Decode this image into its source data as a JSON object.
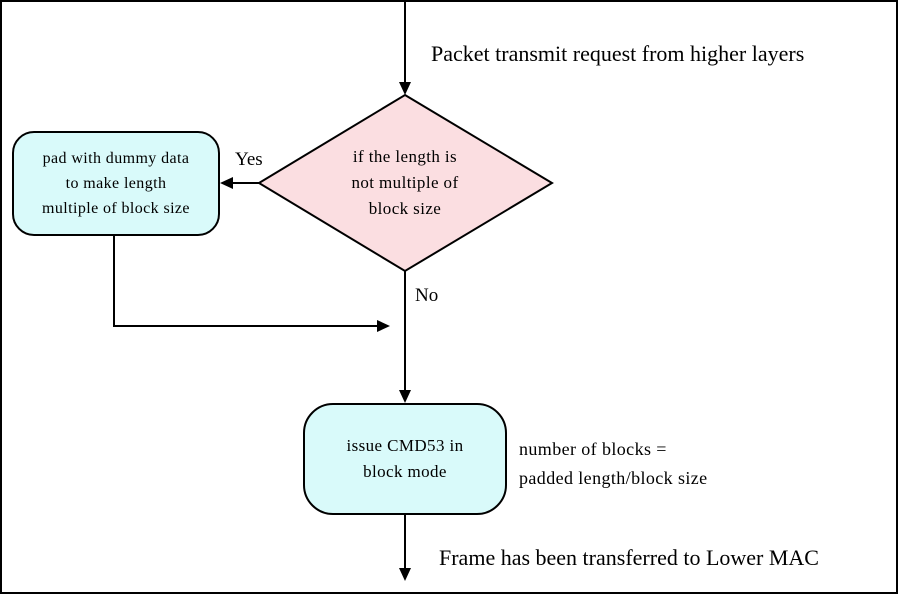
{
  "diagram": {
    "title_hint": "SDIO packet transmit flowchart",
    "top_label": "Packet transmit request from higher layers",
    "decision": {
      "lines": [
        "if the length is",
        "not multiple of",
        "block size"
      ]
    },
    "yes_label": "Yes",
    "no_label": "No",
    "pad_box": {
      "lines": [
        "pad with dummy data",
        "to make length",
        "multiple of block size"
      ]
    },
    "cmd_box": {
      "lines": [
        "issue CMD53 in",
        "block mode"
      ]
    },
    "side_note": {
      "lines": [
        "number of blocks =",
        "padded length/block size"
      ]
    },
    "bottom_label": "Frame has been transferred to Lower MAC",
    "colors": {
      "decision_fill": "#fbdee1",
      "process_fill": "#d9fafa",
      "line": "#000000",
      "background": "#ffffff"
    }
  }
}
